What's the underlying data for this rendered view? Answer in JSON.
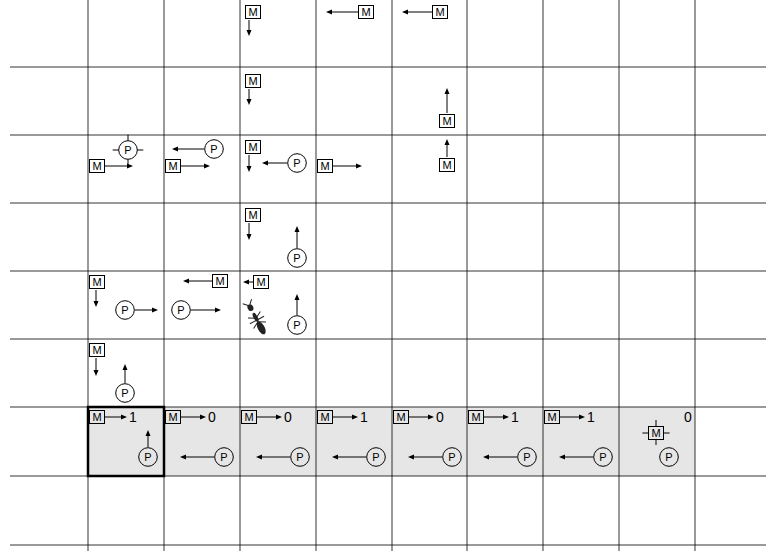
{
  "diagram": {
    "nodes": [
      {
        "text": [
          "M"
        ]
      },
      {
        "text": [
          "M"
        ]
      },
      {
        "text": [
          "M"
        ]
      },
      {
        "text": [
          "M"
        ]
      },
      {
        "text": [
          "M"
        ]
      },
      {
        "text": [
          "P"
        ]
      },
      {
        "text": [
          "M"
        ]
      },
      {
        "text": [
          "P"
        ]
      },
      {
        "text": [
          "M"
        ]
      },
      {
        "text": [
          "M"
        ]
      },
      {
        "text": [
          "P"
        ]
      },
      {
        "text": [
          "M"
        ]
      },
      {
        "text": [
          "M"
        ]
      },
      {
        "text": [
          "M"
        ]
      },
      {
        "text": [
          "P"
        ]
      },
      {
        "text": [
          "M"
        ]
      },
      {
        "text": [
          "P"
        ]
      },
      {
        "text": [
          "M"
        ]
      },
      {
        "text": [
          "P"
        ]
      },
      {
        "text": [
          "M"
        ]
      },
      {
        "text": [
          "P"
        ]
      },
      {
        "text": [
          "M"
        ]
      },
      {
        "text": [
          "P"
        ]
      },
      {
        "text": [
          "M"
        ]
      },
      {
        "text": [
          "P"
        ]
      },
      {
        "text": [
          "M"
        ]
      },
      {
        "text": [
          "P"
        ]
      },
      {
        "text": [
          "M"
        ]
      },
      {
        "text": [
          "P"
        ]
      },
      {
        "text": [
          "M"
        ]
      },
      {
        "text": [
          "P"
        ]
      },
      {
        "text": [
          "M"
        ]
      },
      {
        "text": [
          "P"
        ]
      },
      {
        "text": [
          "M"
        ]
      },
      {
        "text": [
          "P"
        ]
      },
      {
        "text": [
          "M"
        ]
      },
      {
        "text": [
          "P"
        ]
      },
      {
        "text": [
          "M"
        ]
      },
      {
        "text": [
          "P"
        ]
      }
    ],
    "labels": [
      "1",
      "0",
      "0",
      "1",
      "0",
      "1",
      "1",
      "0"
    ]
  }
}
